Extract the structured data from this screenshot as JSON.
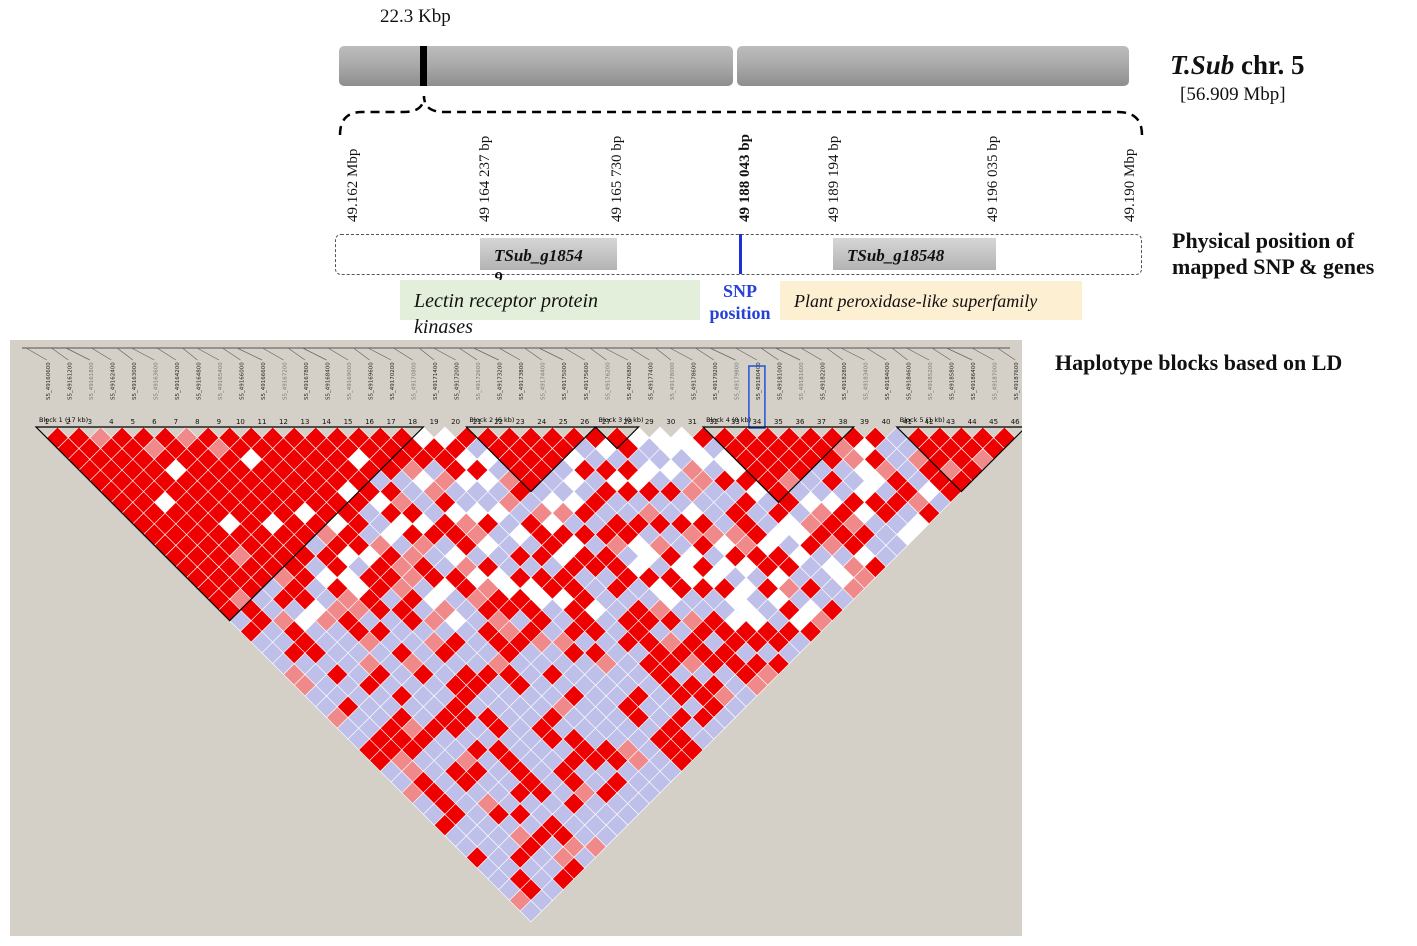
{
  "chromosome": {
    "marker_label": "22.3 Kbp",
    "title_species": "T.Sub",
    "title_chr": " chr. 5",
    "size": "[56.909 Mbp]"
  },
  "positions": [
    {
      "label": "49.162 Mbp",
      "bold": false
    },
    {
      "label": "49 164 237 bp",
      "bold": false
    },
    {
      "label": "49 165 730 bp",
      "bold": false
    },
    {
      "label": "49 188 043 bp",
      "bold": true
    },
    {
      "label": "49 189 194 bp",
      "bold": false
    },
    {
      "label": "49 196 035 bp",
      "bold": false
    },
    {
      "label": "49.190 Mbp",
      "bold": false
    }
  ],
  "genes": {
    "gene1_name": "TSub_g1854",
    "gene1_tail": "9",
    "gene2_name": "TSub_g18548",
    "snp_label_line1": "SNP",
    "snp_label_line2": "position",
    "lectin_line1": "Lectin receptor protein",
    "lectin_line2": "kinases",
    "peroxidase": "Plant peroxidase-like superfamily"
  },
  "titles": {
    "physical_line1": "Physical position of",
    "physical_line2": "mapped SNP & genes",
    "haplotype": "Haplotype blocks based on LD"
  },
  "ld_plot": {
    "snp_count": 46,
    "highlighted_snp": 34,
    "blocks": [
      {
        "label": "Block 1 (17 kb)",
        "start": 1,
        "end": 18
      },
      {
        "label": "Block 2 (6 kb)",
        "start": 21,
        "end": 26
      },
      {
        "label": "Block 3 (0 kb)",
        "start": 27,
        "end": 28
      },
      {
        "label": "Block 4 (0 kb)",
        "start": 32,
        "end": 38
      },
      {
        "label": "Block 5 (1 kb)",
        "start": 41,
        "end": 46
      }
    ],
    "colors": {
      "strong_ld": "#ef0000",
      "medium_ld": "#f08a8a",
      "weak_ld": "#ffffff",
      "uninformative": "#bfc0ea",
      "background": "#d5d0c7"
    }
  }
}
